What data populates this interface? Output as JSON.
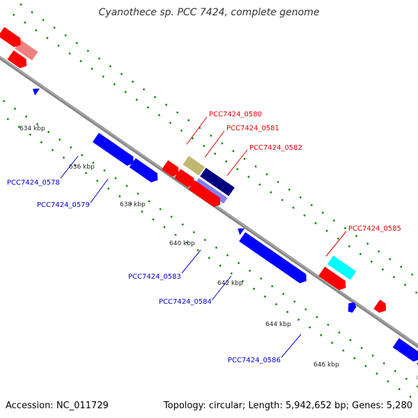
{
  "title": "Cyanothece sp. PCC 7424, complete genome",
  "footer": {
    "accession": "Accession: NC_011729",
    "summary": "Topology: circular; Length: 5,942,652 bp; Genes: 5,280"
  },
  "ticks": [
    "634 kbp",
    "636 kbp",
    "638 kbp",
    "640 kbp",
    "642 kbp",
    "644 kbp",
    "646 kbp"
  ],
  "gene_labels": {
    "g0578": "PCC7424_0578",
    "g0579": "PCC7424_0579",
    "g0580": "PCC7424_0580",
    "g0581": "PCC7424_0581",
    "g0582": "PCC7424_0582",
    "g0583": "PCC7424_0583",
    "g0584": "PCC7424_0584",
    "g0585": "PCC7424_0585",
    "g0586": "PCC7424_0586"
  },
  "colors": {
    "forward_cds": "#ff0000",
    "reverse_cds": "#0000ff",
    "backbone": "#888888",
    "dots": "#008800",
    "other_feature": "#ff8080",
    "olive_feature": "#c0b870",
    "navy_feature": "#000080",
    "lavender_feature": "#8080ff",
    "cyan_feature": "#00ffff",
    "grey_feature": "#cccccc"
  }
}
